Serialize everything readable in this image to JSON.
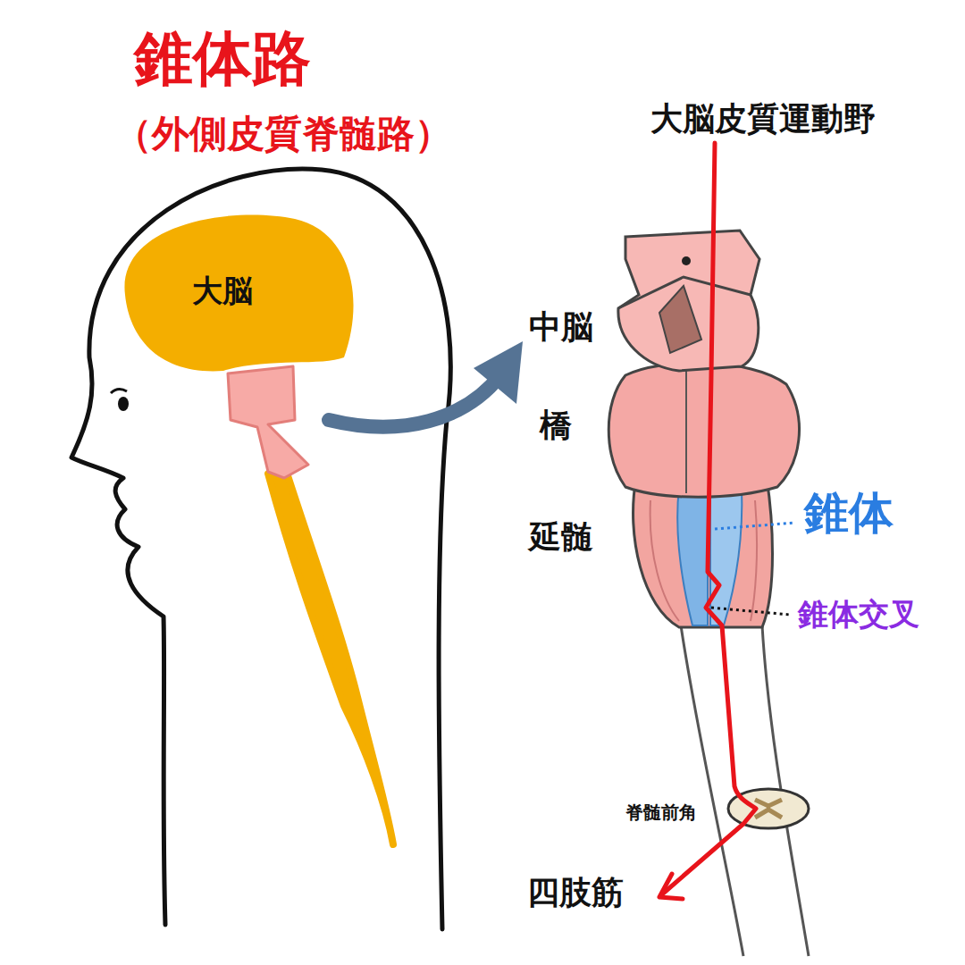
{
  "diagram": {
    "title": "錐体路",
    "nodes": [
      {
        "text": [
          "大脳"
        ]
      }
    ],
    "labels": [
      "（外側皮質脊髄路）",
      "大脳皮質運動野",
      "中脳",
      "橋",
      "延髄",
      "錐体",
      "錐体交叉",
      "脊髄前角",
      "四肢筋"
    ]
  }
}
